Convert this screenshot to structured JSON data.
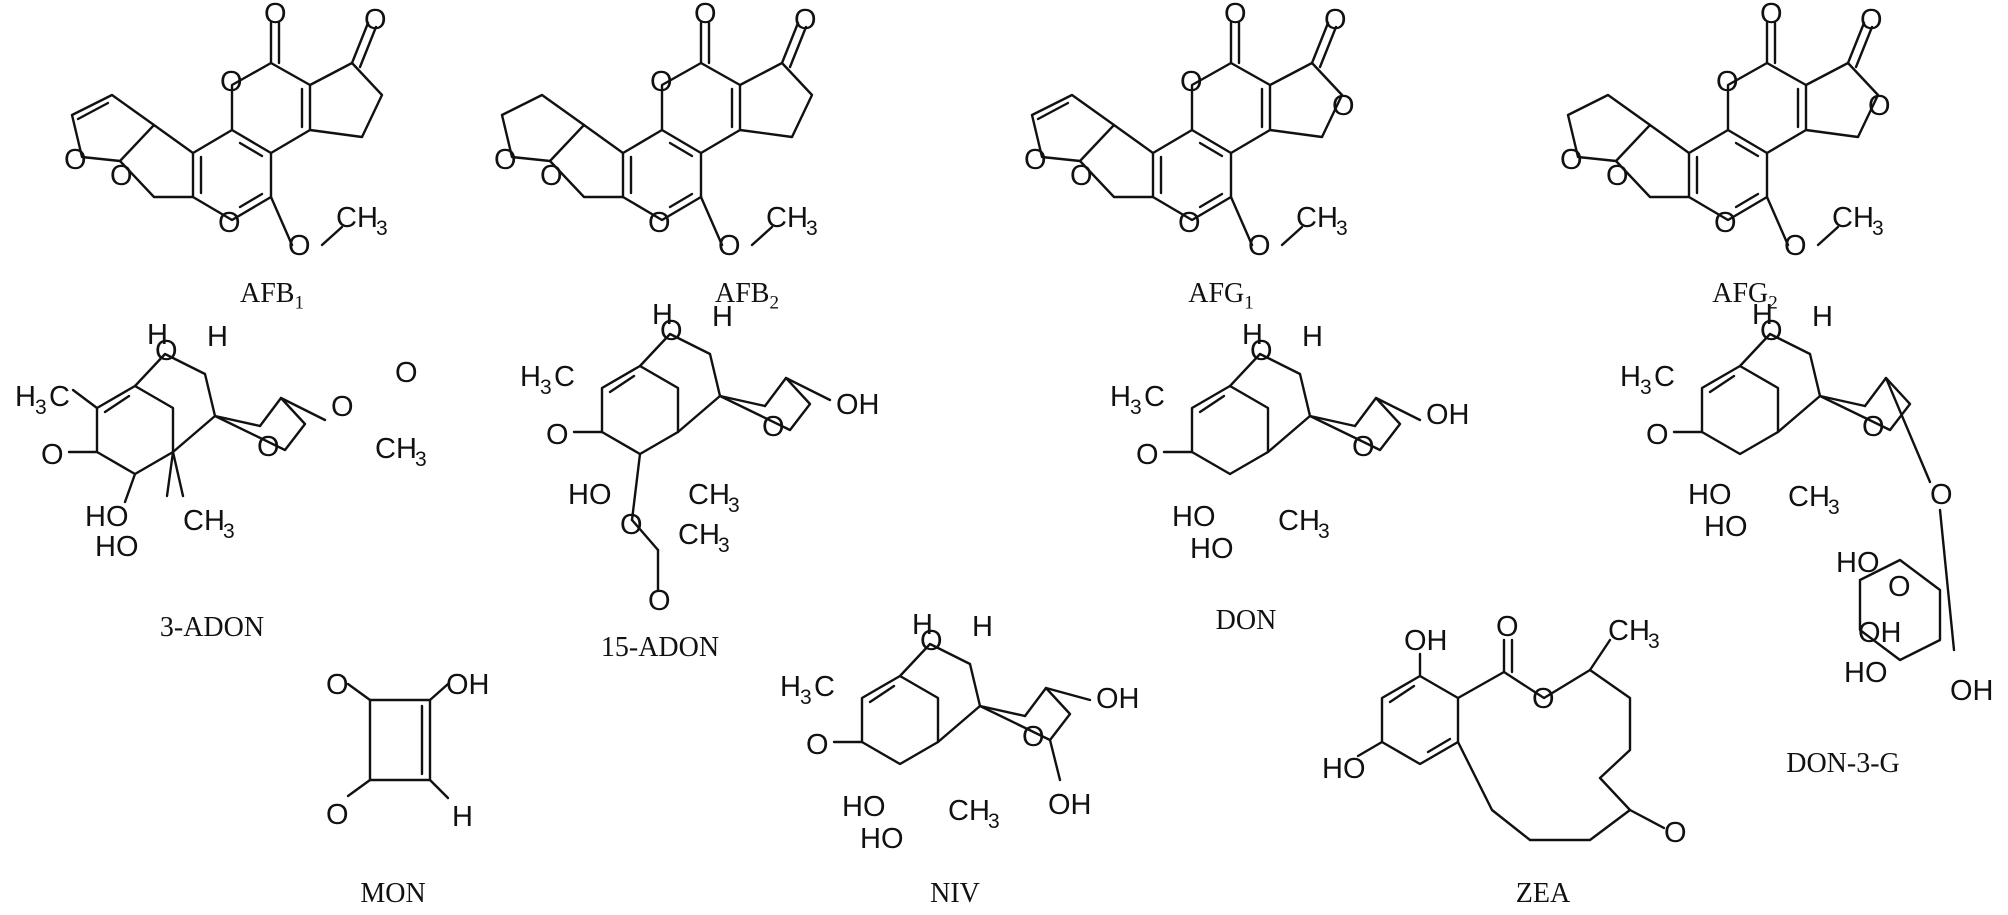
{
  "compounds": [
    {
      "id": "afb1",
      "name": "AFB",
      "sub": "1"
    },
    {
      "id": "afb2",
      "name": "AFB",
      "sub": "2"
    },
    {
      "id": "afg1",
      "name": "AFG",
      "sub": "1"
    },
    {
      "id": "afg2",
      "name": "AFG",
      "sub": "2"
    },
    {
      "id": "adon3",
      "name": "3-ADON",
      "sub": ""
    },
    {
      "id": "adon15",
      "name": "15-ADON",
      "sub": ""
    },
    {
      "id": "don",
      "name": "DON",
      "sub": ""
    },
    {
      "id": "don3g",
      "name": "DON-3-G",
      "sub": ""
    },
    {
      "id": "mon",
      "name": "MON",
      "sub": ""
    },
    {
      "id": "niv",
      "name": "NIV",
      "sub": ""
    },
    {
      "id": "zea",
      "name": "ZEA",
      "sub": ""
    }
  ],
  "atoms": {
    "O": "O",
    "OCH": "O–CH",
    "CH": "CH",
    "H3C": "H",
    "H3Csub": "3",
    "H3Cend": "C",
    "CH3sub": "3",
    "OH": "OH",
    "HO": "HO",
    "H": "H"
  }
}
